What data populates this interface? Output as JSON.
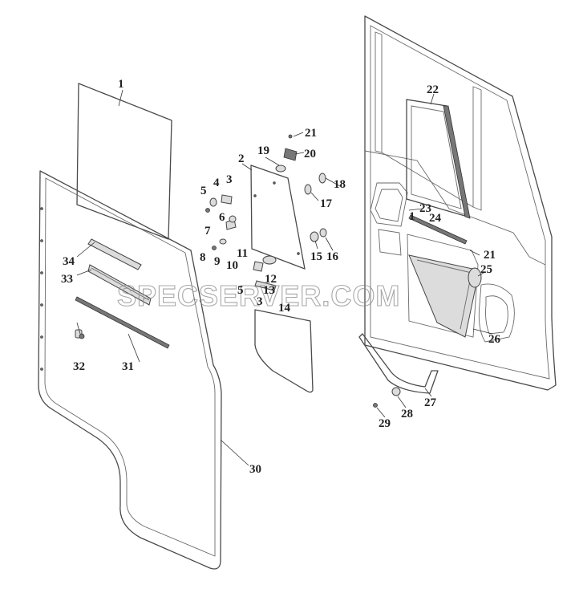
{
  "watermark": "SPECSERVER.COM",
  "callouts": [
    "1",
    "2",
    "3",
    "4",
    "5",
    "6",
    "7",
    "8",
    "9",
    "10",
    "11",
    "12",
    "13",
    "14",
    "15",
    "16",
    "17",
    "18",
    "19",
    "20",
    "21",
    "21",
    "22",
    "23",
    "24",
    "25",
    "26",
    "27",
    "28",
    "29",
    "30",
    "31",
    "32",
    "33",
    "34",
    "5",
    "1",
    "3"
  ]
}
